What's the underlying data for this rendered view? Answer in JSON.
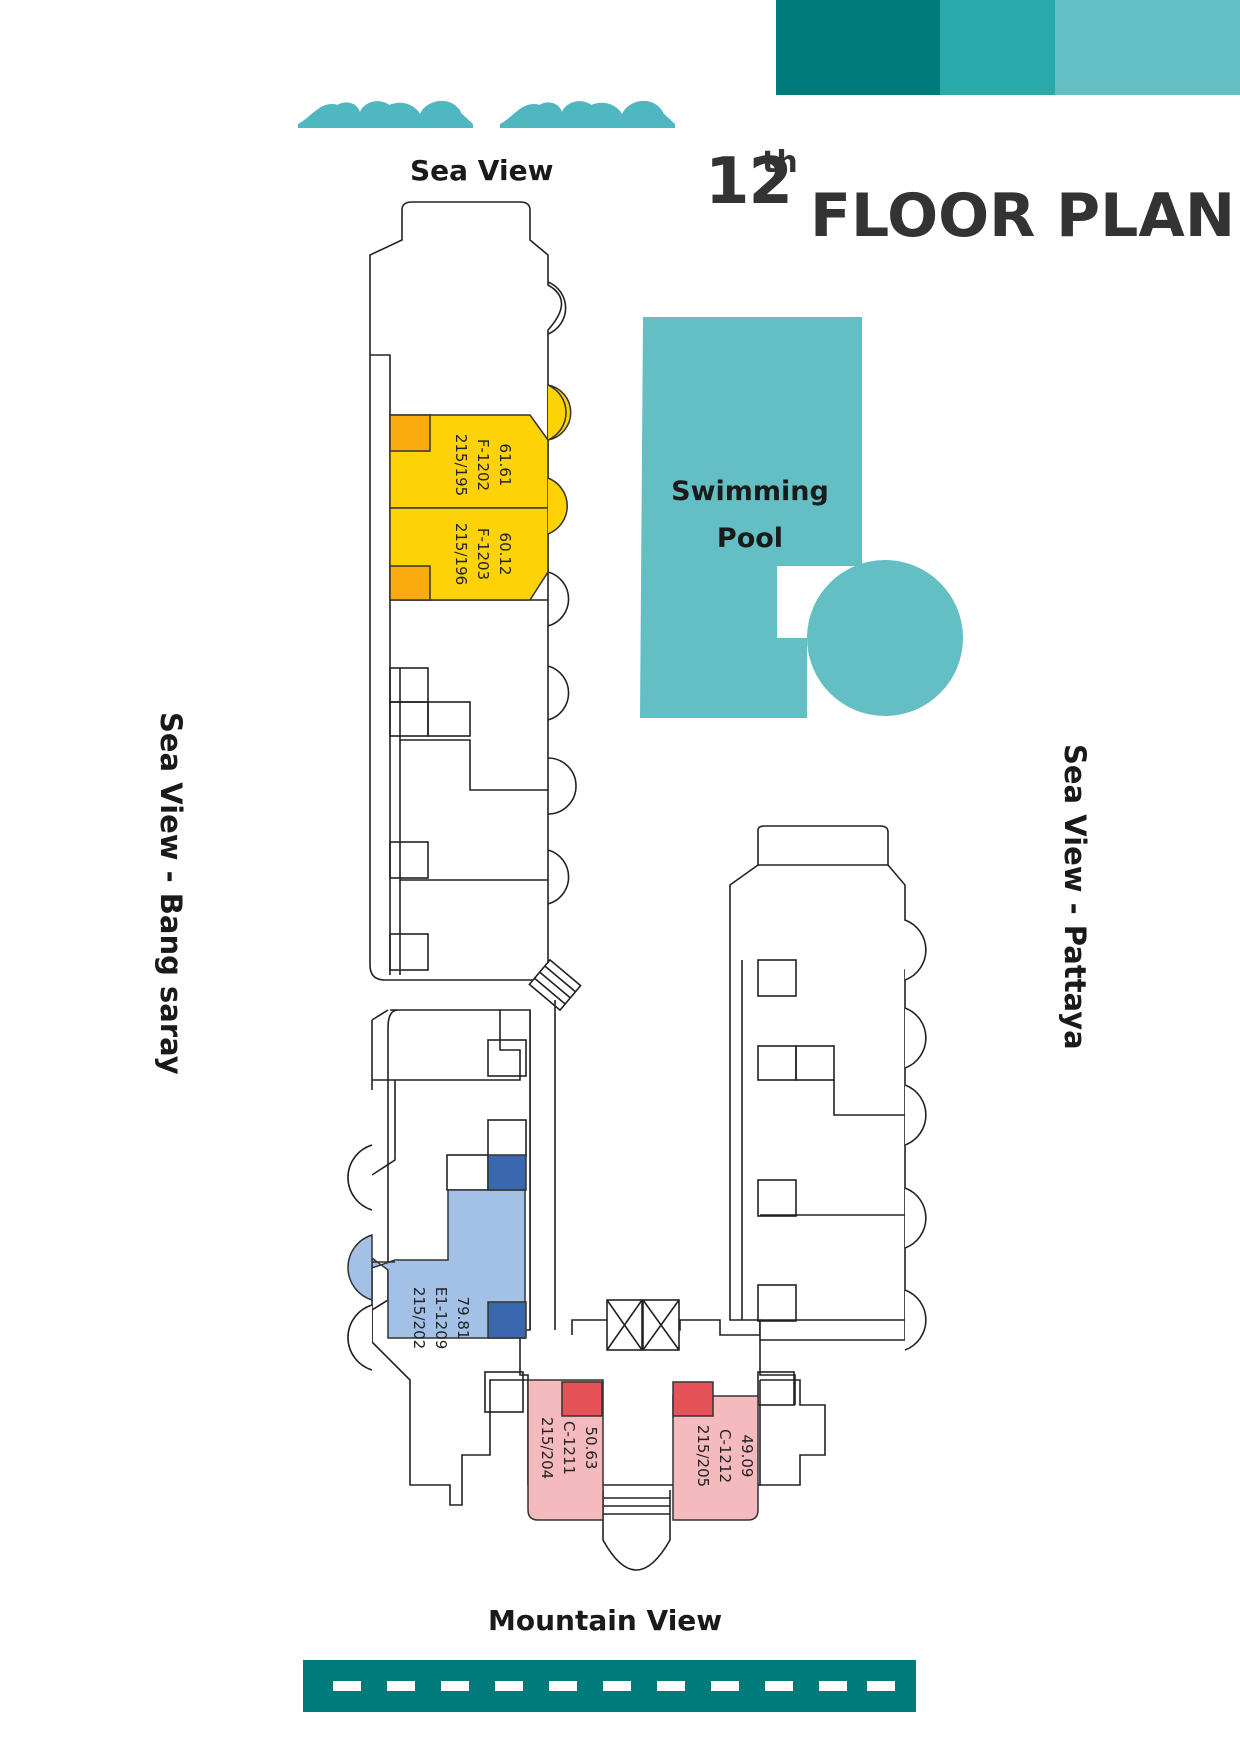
{
  "title": {
    "number": "12",
    "suffix": "th",
    "text": "FLOOR PLAN"
  },
  "views": {
    "top": "Sea View",
    "left": "Sea View - Bang saray",
    "right": "Sea View - Pattaya",
    "bottom": "Mountain View"
  },
  "pool": {
    "line1": "Swimming",
    "line2": "Pool"
  },
  "units": [
    {
      "id": "u1202",
      "size": "61.61",
      "code": "F-1202",
      "address": "215/195"
    },
    {
      "id": "u1203",
      "size": "60.12",
      "code": "F-1203",
      "address": "215/196"
    },
    {
      "id": "u1209",
      "size": "79.81",
      "code": "E1-1209",
      "address": "215/202"
    },
    {
      "id": "u1211",
      "size": "50.63",
      "code": "C-1211",
      "address": "215/204"
    },
    {
      "id": "u1212",
      "size": "49.09",
      "code": "C-1212",
      "address": "215/205"
    }
  ],
  "colors": {
    "teal_dark": "#007b7b",
    "teal_mid": "#2aa9aa",
    "teal_light": "#63bfc4",
    "pool": "#63bfc4",
    "yellow": "#fdd308",
    "orange": "#fbaa10",
    "blue_light": "#a3c0e6",
    "blue_dark": "#3a68ae",
    "pink_light": "#f5babd",
    "red": "#e65257",
    "title_text": "#333333"
  }
}
